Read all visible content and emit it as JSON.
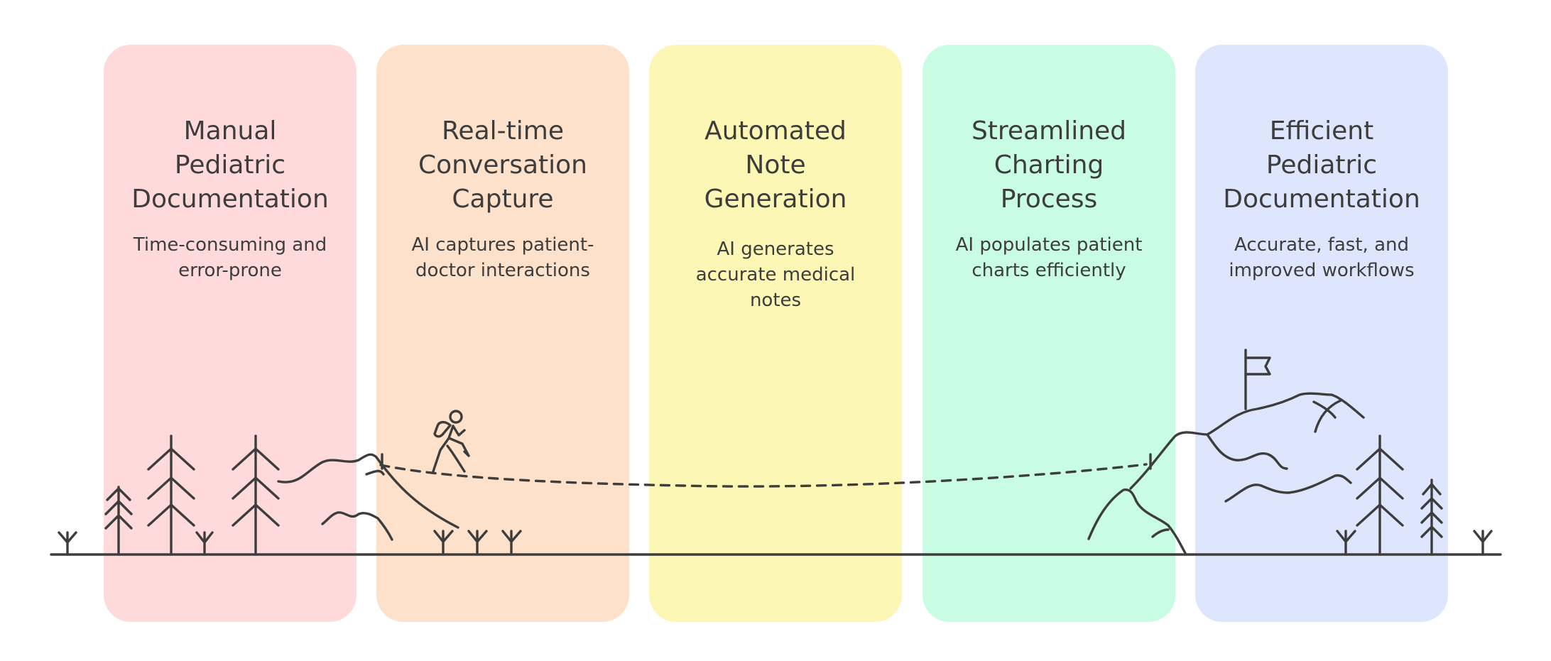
{
  "colors": {
    "column_1": "#fedadb",
    "column_2": "#fde1cb",
    "column_3": "#fdf7b5",
    "column_4": "#c8fde3",
    "column_5": "#dde6fd",
    "ink": "#3d3d3d"
  },
  "steps": [
    {
      "title": "Manual\nPediatric\nDocumentation",
      "description": "Time-consuming and\nerror-prone"
    },
    {
      "title": "Real-time\nConversation\nCapture",
      "description": "AI captures patient-\ndoctor interactions"
    },
    {
      "title": "Automated\nNote\nGeneration",
      "description": "AI generates\naccurate medical\nnotes"
    },
    {
      "title": "Streamlined\nCharting\nProcess",
      "description": "AI populates patient\ncharts efficiently"
    },
    {
      "title": "Efficient\nPediatric\nDocumentation",
      "description": "Accurate, fast, and\nimproved workflows"
    }
  ],
  "icons": {
    "trees": "pine-tree-icon",
    "hiker": "hiker-icon",
    "flag": "summit-flag-icon",
    "hills": "hill-icon",
    "grass": "grass-tuft-icon"
  }
}
